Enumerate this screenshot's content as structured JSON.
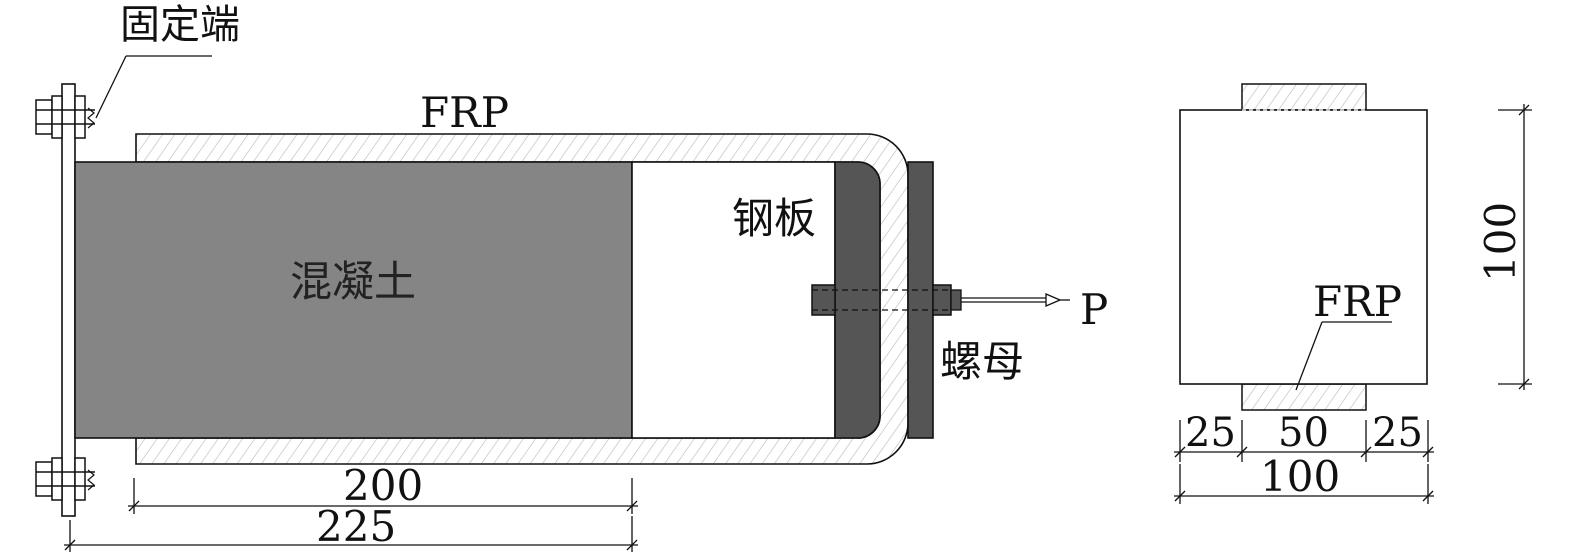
{
  "labels": {
    "fixed_end": "固定端",
    "frp_top": "FRP",
    "concrete": "混凝土",
    "steel_plate": "钢板",
    "nut": "螺母",
    "load": "P",
    "frp_section": "FRP"
  },
  "dimensions": {
    "elevation": {
      "bond_length": "200",
      "total_length": "225"
    },
    "section": {
      "height": "100",
      "left_edge": "25",
      "strip_width": "50",
      "right_edge": "25",
      "width": "100"
    }
  },
  "colors": {
    "concrete": "#858585",
    "steel_plate": "#555555",
    "frp_hatch": "#b5b5b5",
    "line": "#111111"
  }
}
